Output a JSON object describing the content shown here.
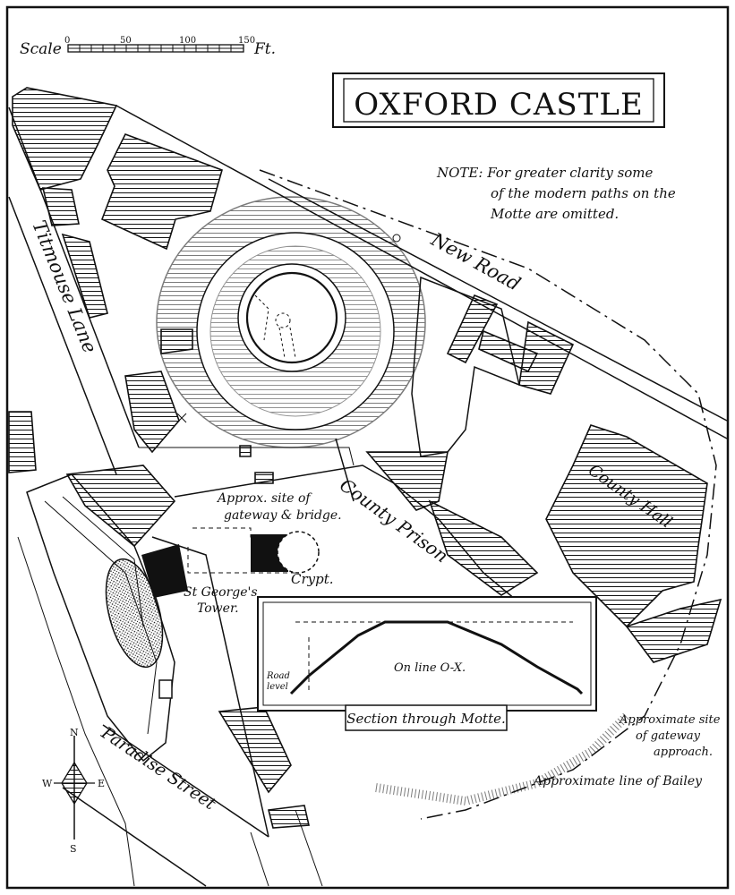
{
  "title": "OXFORD CASTLE",
  "scale": {
    "label": "Scale",
    "ticks": [
      "0",
      "50",
      "100",
      "150"
    ],
    "unit": "Ft."
  },
  "note": {
    "line1": "NOTE: For greater clarity some",
    "line2": "of the modern paths on the",
    "line3": "Motte are omitted."
  },
  "streets": {
    "new_road": "New Road",
    "titmouse_lane": "Titmouse Lane",
    "paradise_street": "Paradise Street"
  },
  "buildings": {
    "county_prison": "County Prison",
    "county_hall": "County Hall",
    "crypt": "Crypt.",
    "st_georges_tower_1": "St George's",
    "st_georges_tower_2": "Tower."
  },
  "annotations": {
    "gateway_bridge_1": "Approx. site of",
    "gateway_bridge_2": "gateway & bridge.",
    "gateway_approach_1": "Approximate site",
    "gateway_approach_2": "of gateway",
    "gateway_approach_3": "approach.",
    "bailey_line": "Approximate line of Bailey"
  },
  "section": {
    "caption": "Section through Motte.",
    "line_label": "On line O-X.",
    "road_level_1": "Road",
    "road_level_2": "level"
  },
  "compass": {
    "n": "N",
    "s": "S",
    "e": "E",
    "w": "W"
  },
  "colors": {
    "ink": "#111111",
    "paper": "#ffffff"
  }
}
